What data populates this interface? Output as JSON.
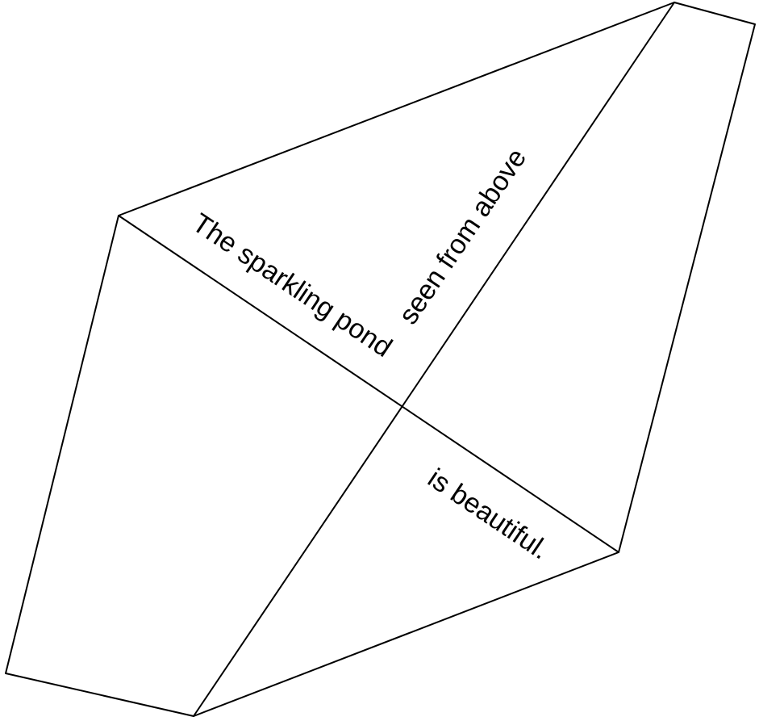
{
  "phrases": {
    "first": "The sparkling pond",
    "second": "seen from above",
    "third": "is beautiful."
  },
  "colors": {
    "line": "#000000",
    "text": "#000000",
    "background": "#ffffff"
  }
}
